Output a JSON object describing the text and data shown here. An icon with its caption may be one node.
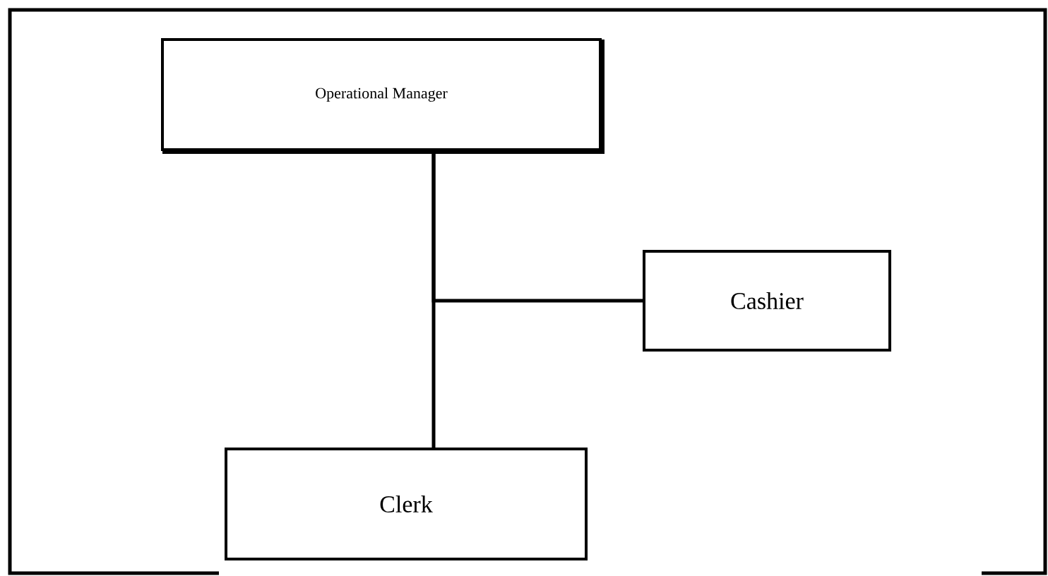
{
  "diagram": {
    "nodes": [
      {
        "text": [
          "Operational Manager"
        ]
      },
      {
        "text": [
          "Cashier"
        ]
      },
      {
        "text": [
          "Clerk"
        ]
      }
    ],
    "edges": [
      {
        "from": 0,
        "to": 1,
        "arrow": "none"
      },
      {
        "from": 0,
        "to": 2,
        "arrow": "none"
      }
    ]
  }
}
